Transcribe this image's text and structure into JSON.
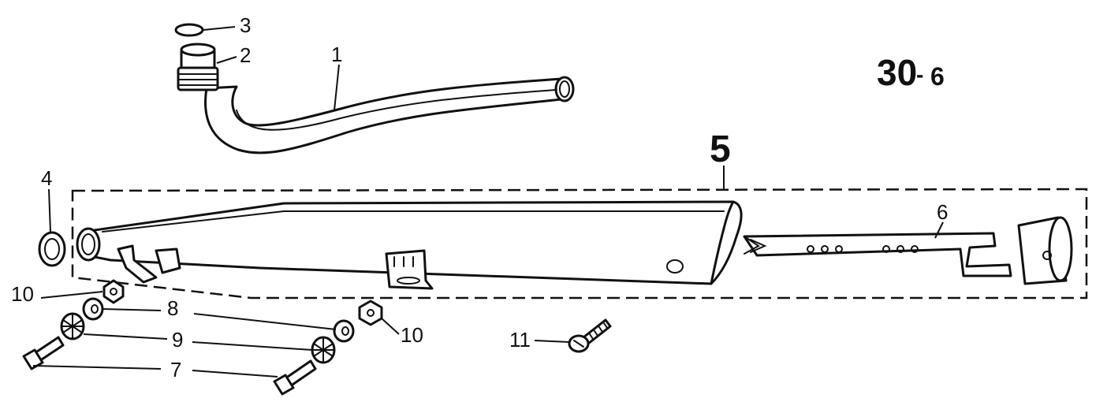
{
  "page_code": {
    "main": "30",
    "sep": "-",
    "sub": "6"
  },
  "group_label": "5",
  "callouts": {
    "c1": "1",
    "c2": "2",
    "c3": "3",
    "c4": "4",
    "c6": "6",
    "c7": "7",
    "c8": "8",
    "c9": "9",
    "c10a": "10",
    "c10b": "10",
    "c11": "11"
  },
  "colors": {
    "ink": "#111111",
    "paper": "#ffffff"
  }
}
